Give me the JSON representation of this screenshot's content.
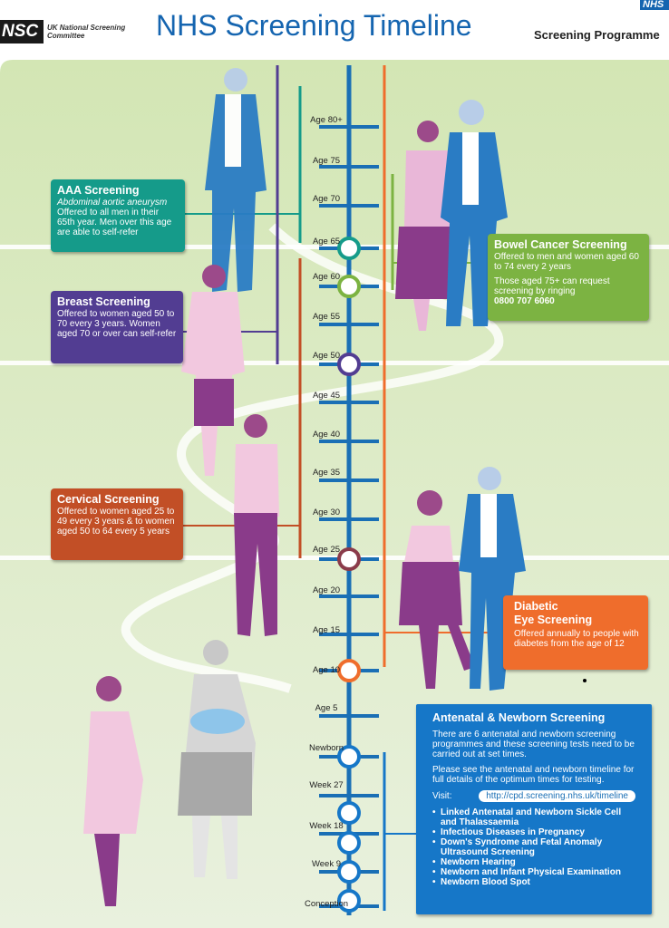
{
  "header": {
    "logo": "NSC",
    "org": "UK National Screening Committee",
    "title": "NHS Screening Timeline",
    "programme": "Screening Programme",
    "nhs": "NHS"
  },
  "timeline": {
    "ages": [
      "Age 80+",
      "Age 75",
      "Age 70",
      "Age 65",
      "Age 60",
      "Age 55",
      "Age 50",
      "Age 45",
      "Age 40",
      "Age 35",
      "Age 30",
      "Age 25",
      "Age 20",
      "Age 15",
      "Age 10",
      "Age 5",
      "Newborn",
      "Week 27",
      "Week 18",
      "Week 9",
      "Conception"
    ],
    "colors": {
      "axis": "#1a6fb5",
      "aaa": "#159b8a",
      "breast": "#523d92",
      "cervical": "#c24f26",
      "bowel": "#7cb342",
      "diabetic": "#ef6d2c",
      "antenatal": "#1677c8"
    }
  },
  "aaa": {
    "title": "AAA Screening",
    "subtitle": "Abdominal aortic aneurysm",
    "text": "Offered to all men in their 65th year. Men over this age are able to self-refer"
  },
  "breast": {
    "title": "Breast Screening",
    "text": "Offered to women aged 50 to 70 every 3 years. Women aged 70 or over can self-refer"
  },
  "cervical": {
    "title": "Cervical Screening",
    "text": "Offered to women aged 25 to 49 every 3 years & to women aged 50 to 64 every 5 years"
  },
  "bowel": {
    "title": "Bowel Cancer Screening",
    "text1": "Offered to men and women aged 60 to 74 every 2 years",
    "text2": "Those aged 75+ can request screening by ringing",
    "phone": "0800 707 6060"
  },
  "diabetic": {
    "title_line1": "Diabetic",
    "title_line2": "Eye Screening",
    "text": "Offered annually to people with diabetes from the age of 12"
  },
  "antenatal": {
    "title": "Antenatal & Newborn Screening",
    "text1": "There are 6 antenatal and newborn screening programmes and these screening tests need to be carried out at set times.",
    "text2": "Please see the antenatal and newborn timeline for full details of the optimum times for testing.",
    "visit_label": "Visit:",
    "visit_url": "http://cpd.screening.nhs.uk/timeline",
    "items": [
      "Linked Antenatal and Newborn Sickle Cell and Thalassaemia",
      "Infectious Diseases in Pregnancy",
      "Down's Syndrome and Fetal Anomaly Ultrasound Screening",
      "Newborn Hearing",
      "Newborn and Infant Physical Examination",
      "Newborn Blood Spot"
    ]
  }
}
